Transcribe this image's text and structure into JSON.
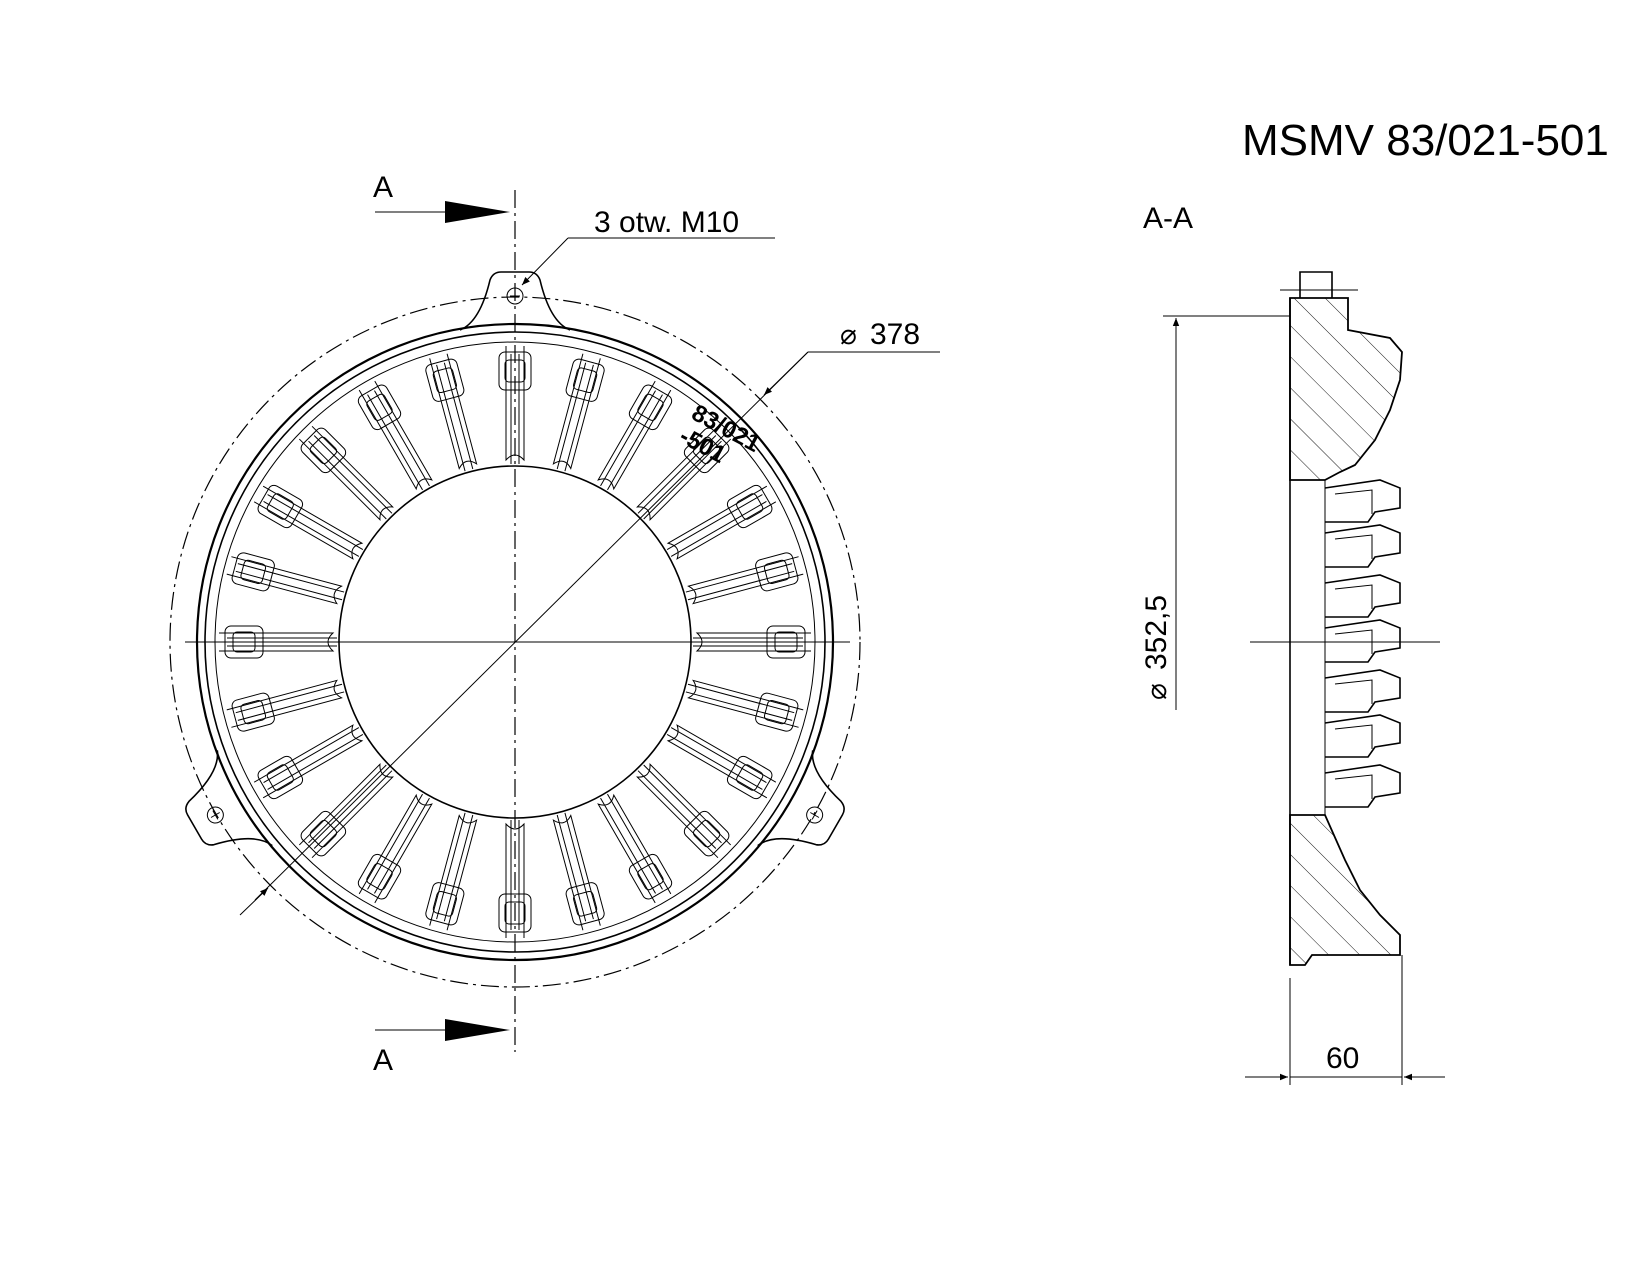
{
  "drawing": {
    "part_number": "MSMV 83/021-501",
    "section_label_top": "A",
    "section_label_bottom": "A",
    "section_view_label": "A-A",
    "holes_note": "3 otw. M10",
    "outer_diameter": "378",
    "inner_diameter": "352,5",
    "thickness": "60",
    "engraving_line1": "83/021",
    "engraving_line2": "-501",
    "diameter_symbol": "⌀",
    "rib_count": 24,
    "hole_count": 3
  }
}
